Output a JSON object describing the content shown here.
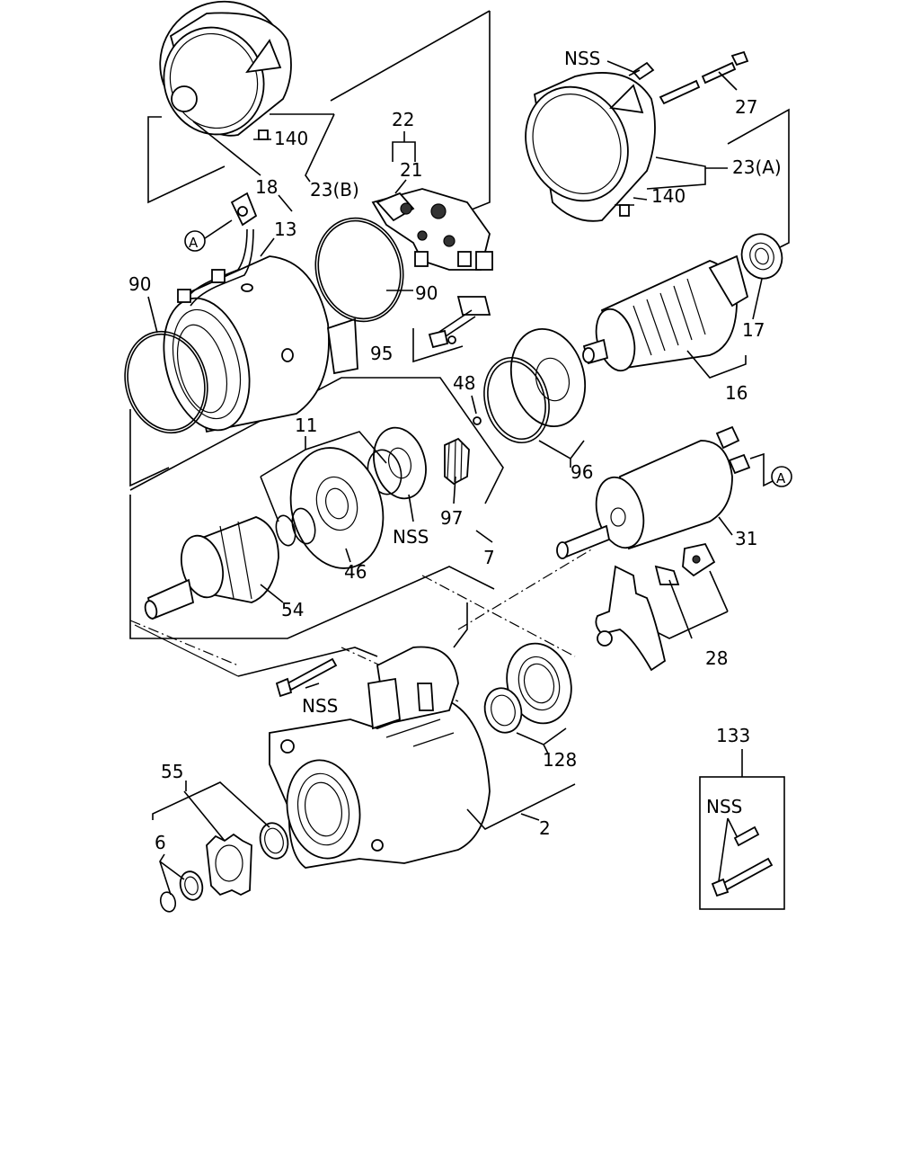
{
  "labels": {
    "l_nss_top": "NSS",
    "l_27": "27",
    "l_22": "22",
    "l_21": "21",
    "l_140a": "140",
    "l_140b": "140",
    "l_23a": "23(A)",
    "l_23b": "23(B)",
    "l_18": "18",
    "l_a1": "A",
    "l_13": "13",
    "l_90a": "90",
    "l_90b": "90",
    "l_95": "95",
    "l_17": "17",
    "l_16": "16",
    "l_48": "48",
    "l_11": "11",
    "l_96": "96",
    "l_a2": "A",
    "l_97": "97",
    "l_nss_mid": "NSS",
    "l_31": "31",
    "l_7": "7",
    "l_46": "46",
    "l_54": "54",
    "l_28": "28",
    "l_nss_bolt": "NSS",
    "l_133": "133",
    "l_128": "128",
    "l_55": "55",
    "l_nss_box": "NSS",
    "l_2": "2",
    "l_6": "6"
  }
}
